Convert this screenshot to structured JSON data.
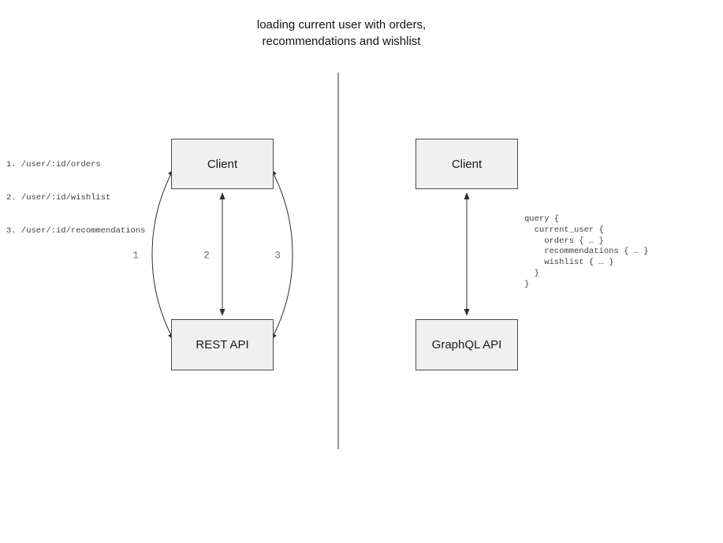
{
  "title": "loading current user with orders,\nrecommendations and wishlist",
  "rest_panel": {
    "client_label": "Client",
    "api_label": "REST API",
    "endpoints": [
      "1. /user/:id/orders",
      "2. /user/:id/wishlist",
      "3. /user/:id/recommendations"
    ],
    "arrow_labels": [
      "1",
      "2",
      "3"
    ]
  },
  "graphql_panel": {
    "client_label": "Client",
    "api_label": "GraphQL API",
    "query": "query {\n  current_user {\n    orders { … }\n    recommendations { … }\n    wishlist { … }\n  }\n}"
  },
  "colors": {
    "box_fill": "#f0f0f0",
    "box_border": "#4a4a4a",
    "arrow": "#2e2e2e",
    "divider": "#555555",
    "title_text": "#141414",
    "code_text": "#3f3f3f",
    "arrow_label_text": "#707070"
  }
}
